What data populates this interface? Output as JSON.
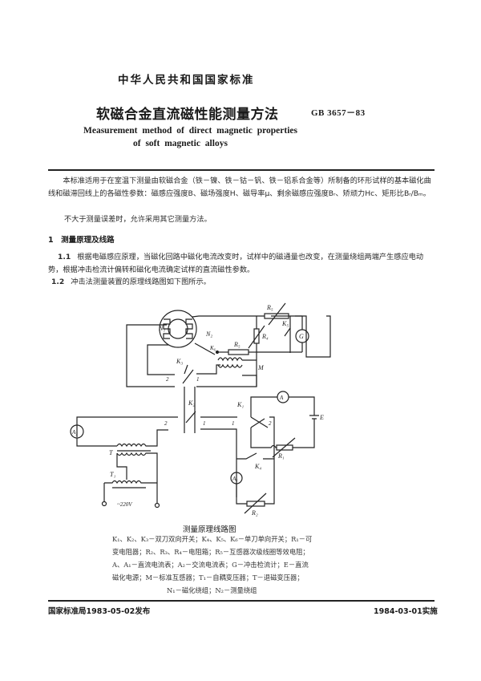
{
  "header": {
    "national_standard": "中华人民共和国国家标准",
    "title_cn": "软磁合金直流磁性能测量方法",
    "standard_code": "GB 3657－83",
    "title_en_line1": "Measurement method of direct magnetic properties",
    "title_en_line2": "of soft magnetic alloys"
  },
  "intro": {
    "paragraph1": "本标准适用于在室温下测量由软磁合金（铁－镍、铁－钴－钒、铁－铝系合金等）所制备的环形试样的基本磁化曲线和磁滞回线上的各磁性参数：磁感应强度B、磁场强度H、磁导率μ、剩余磁感应强度Bᵣ、矫顽力Hc、矩形比Bᵣ/Bₘ。",
    "paragraph2": "不大于测量误差时，允许采用其它测量方法。"
  },
  "section1": {
    "heading": "1　测量原理及线路",
    "item1_num": "1.1",
    "item1_text": "根据电磁感应原理，当磁化回路中磁化电流改变时，试样中的磁通量也改变，在测量绕组两端产生感应电动势，根据冲击检流计偏转和磁化电流确定试样的直流磁性参数。",
    "item2_num": "1.2",
    "item2_text": "冲击法测量装置的原理线路图如下图所示。"
  },
  "diagram": {
    "labels": {
      "N1": "N₁",
      "N2": "N₂",
      "R3": "R₃",
      "R4": "R₄",
      "R5": "R₅",
      "K5": "K₅",
      "K6": "K₆",
      "K3": "K₃",
      "K2": "K₂",
      "K1": "K₁",
      "K4": "K₄",
      "G": "G",
      "M": "M",
      "A": "A",
      "A1": "A₁",
      "A2": "A₂",
      "E": "E",
      "R1": "R₁",
      "R2": "R₂",
      "T": "T",
      "T1": "T₁",
      "pos1": "1",
      "pos2": "2",
      "voltage": "~220V"
    },
    "caption": "测量原理线路图",
    "legend": [
      "K₁、K₂、K₃－双刀双向开关；K₄、K₅、K₆－单刀单向开关；R₁－可",
      "变电阻器；R₂、R₃、R₄－电阻箱；R₅－互感器次级线圈等效电阻；",
      "A、A₁－直流电流表；A₂－交流电流表；G－冲击检流计；E－直流",
      "磁化电源；M－标准互感器；T₁－自耦变压器；T－退磁变压器；",
      "N₁－磁化绕组；N₂－测量绕组"
    ]
  },
  "footer": {
    "issued": "国家标准局1983-05-02发布",
    "effective": "1984-03-01实施"
  }
}
